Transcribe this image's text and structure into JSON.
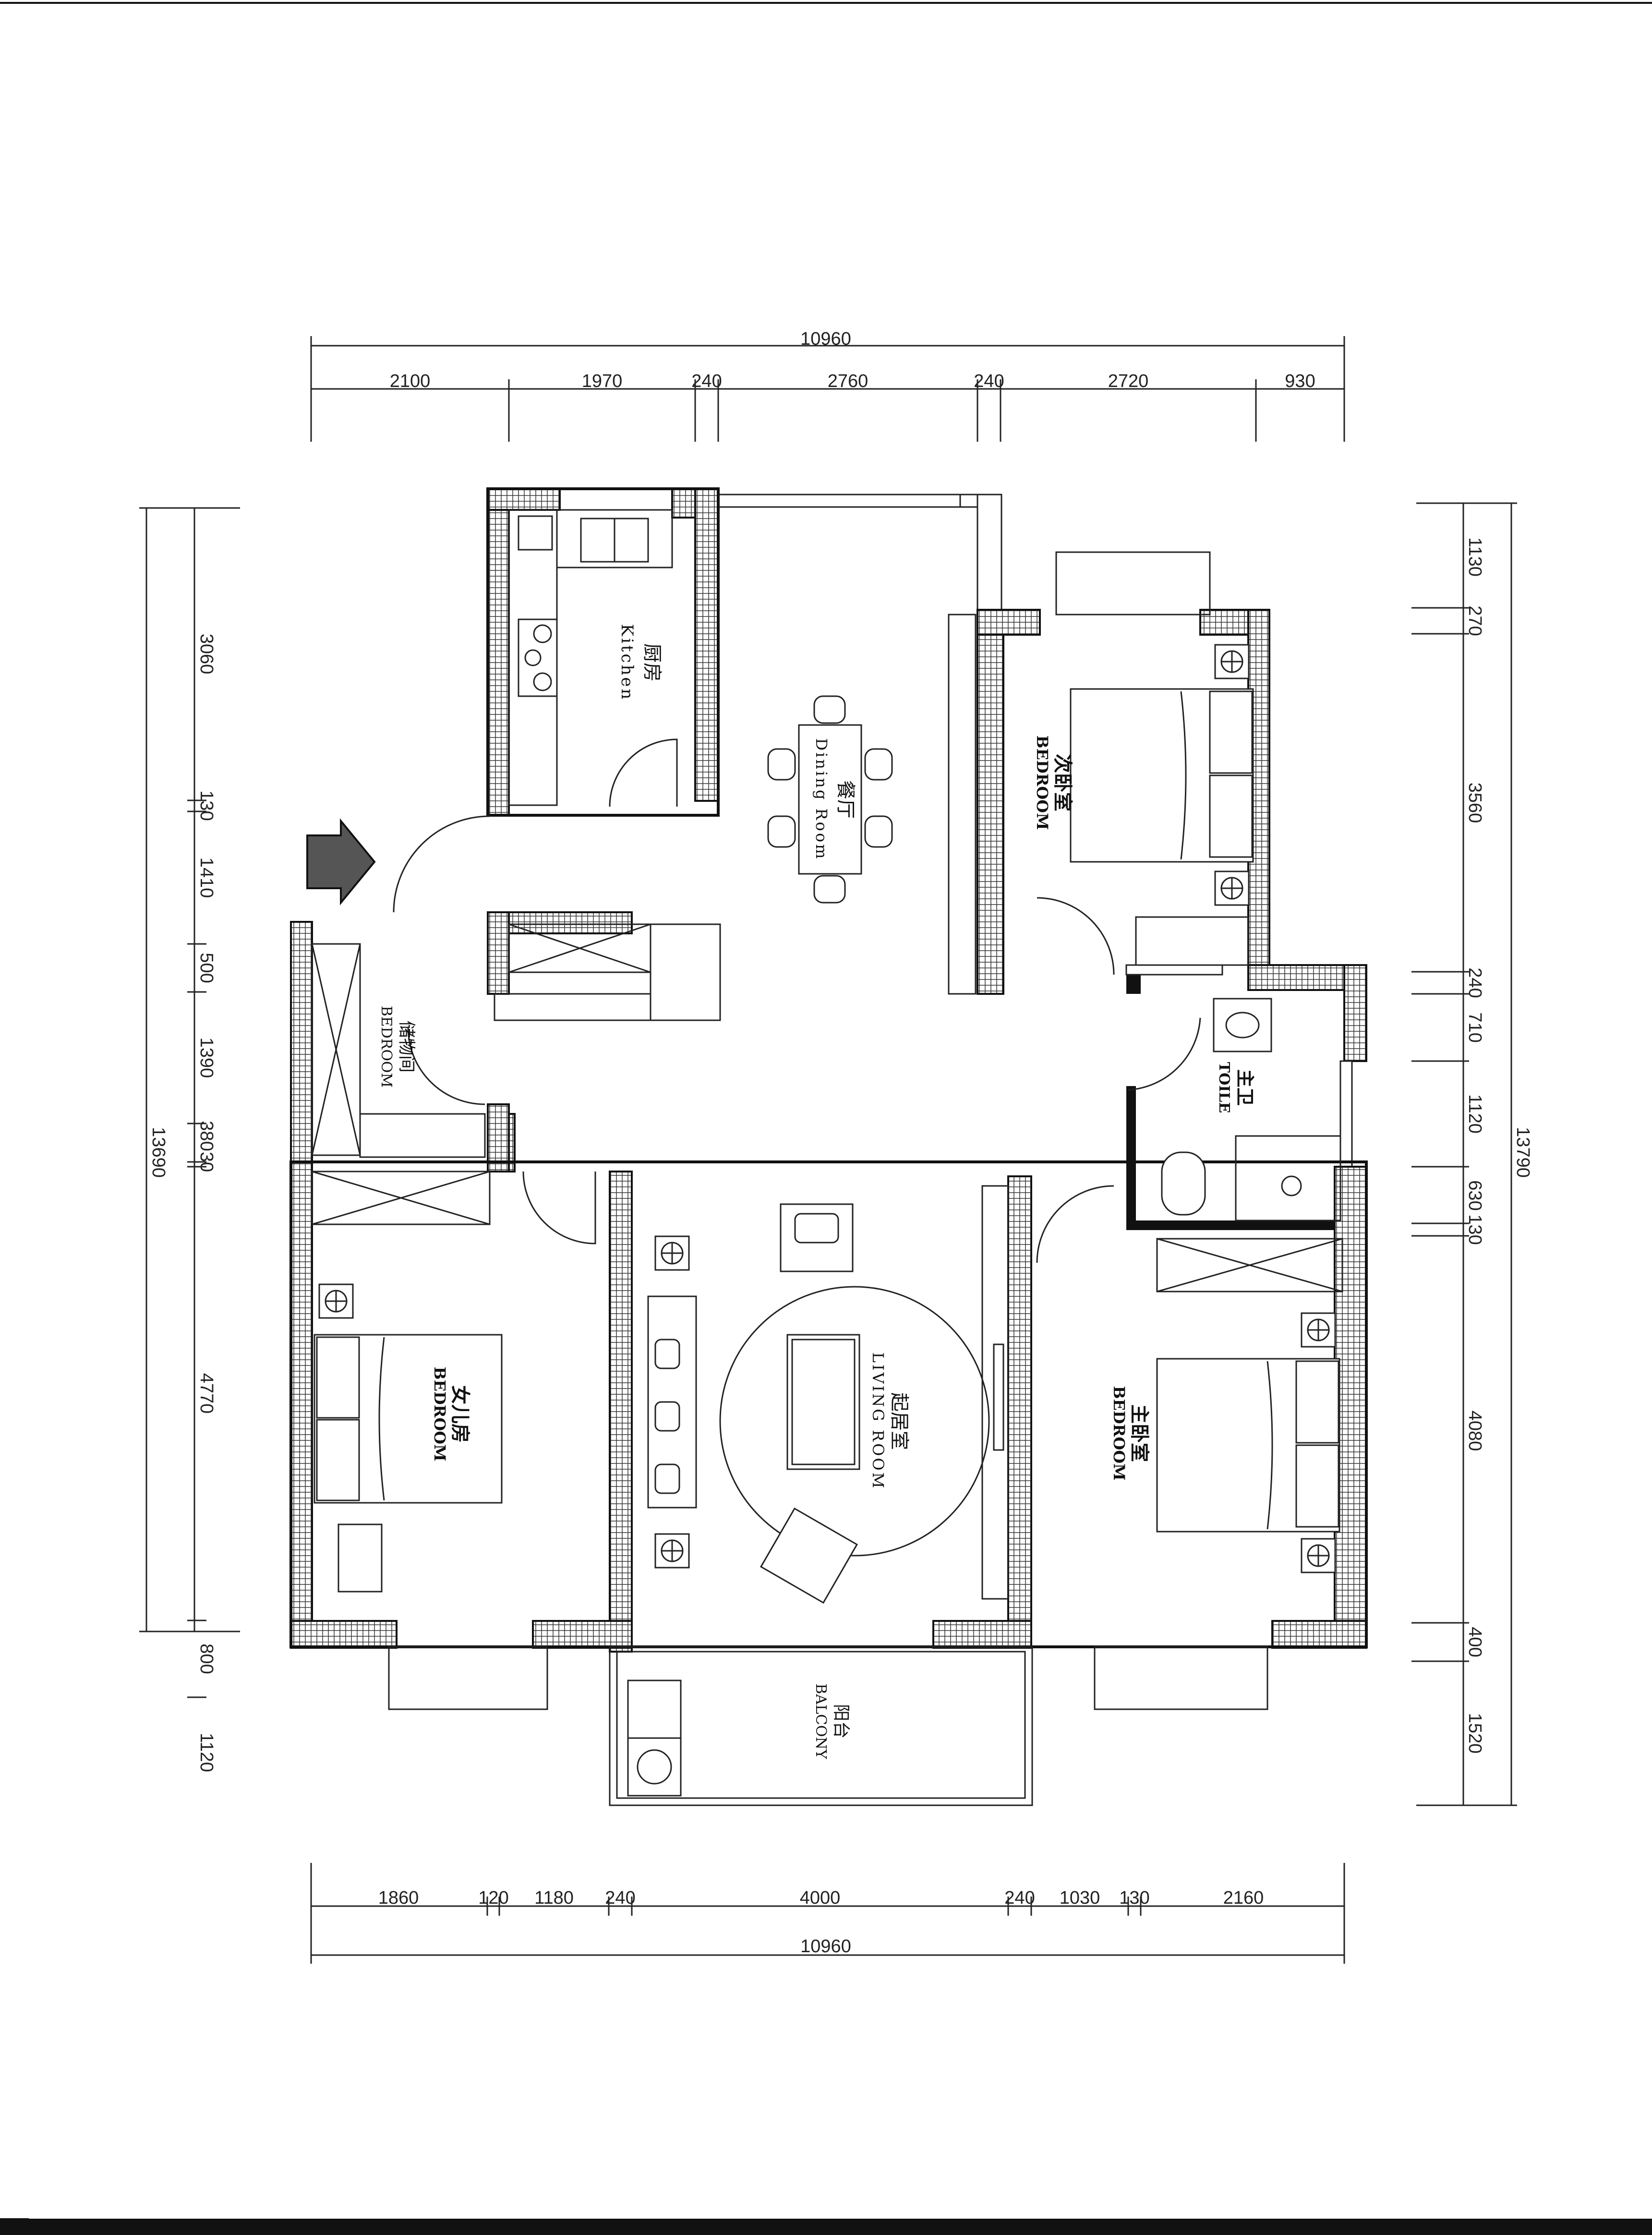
{
  "dimensions": {
    "top_total": "10960",
    "top_segments": [
      "2100",
      "1970",
      "240",
      "2760",
      "240",
      "2720",
      "930"
    ],
    "bottom_total": "10960",
    "bottom_segments": [
      "1860",
      "120",
      "1180",
      "240",
      "4000",
      "240",
      "1030",
      "130",
      "2160"
    ],
    "left_total": "13690",
    "left_segments": [
      "3060",
      "130",
      "1410",
      "500",
      "1390",
      "380",
      "30",
      "4770",
      "800",
      "1120"
    ],
    "right_total": "13790",
    "right_segments": [
      "1130",
      "270",
      "3560",
      "240",
      "710",
      "1120",
      "630",
      "130",
      "4080",
      "400",
      "1520"
    ]
  },
  "rooms": {
    "kitchen": {
      "cn": "厨房",
      "en": "Kitchen"
    },
    "dining": {
      "cn": "餐厅",
      "en": "Dining Room"
    },
    "second_bedroom": {
      "cn": "次卧室",
      "en": "BEDROOM"
    },
    "storage": {
      "cn": "储物间",
      "en": "BEDROOM"
    },
    "master_bath": {
      "cn": "主卫",
      "en": "TOILE"
    },
    "daughter_room": {
      "cn": "女儿房",
      "en": "BEDROOM"
    },
    "living": {
      "cn": "起居室",
      "en": "LIVING ROOM"
    },
    "master_bedroom": {
      "cn": "主卧室",
      "en": "BEDROOM"
    },
    "balcony": {
      "cn": "阳台",
      "en": "BALCONY"
    }
  },
  "colors": {
    "line": "#111111",
    "hatch_bg": "#ffffff",
    "hatch_dot": "#333333"
  }
}
